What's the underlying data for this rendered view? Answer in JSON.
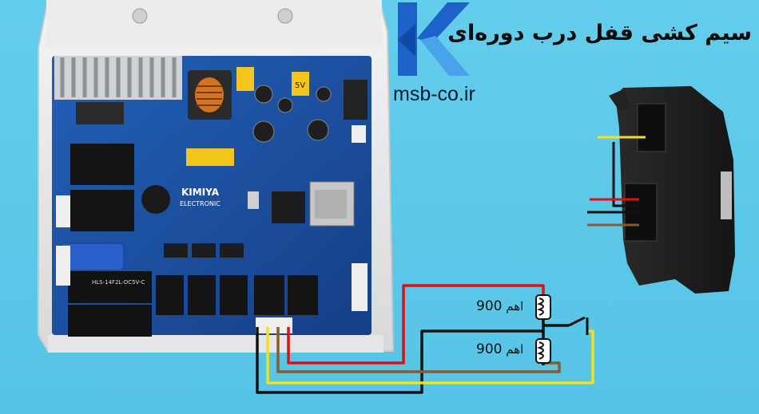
{
  "title": "سیم کشی قفل درب دوره‌ای",
  "website": "msb-co.ir",
  "board": {
    "brand": "KIMIYA",
    "brand_sub": "ELECTRONIC",
    "regulator_label": "5V",
    "relay_label": "HLS-14F2L-DC5V-C"
  },
  "resistors": [
    {
      "value": "900",
      "unit": "اهم"
    },
    {
      "value": "900",
      "unit": "اهم"
    }
  ],
  "colors": {
    "background": "#5ec8e8",
    "pcb": "#1b4fa0",
    "wire_red": "#e01010",
    "wire_yellow": "#f2e21a",
    "wire_brown": "#8a5a2b",
    "wire_black": "#111111",
    "logo_blue": "#1d62c9"
  },
  "icons": [
    "logo-k-icon",
    "resistor-icon",
    "switch-icon",
    "door-lock-icon"
  ]
}
